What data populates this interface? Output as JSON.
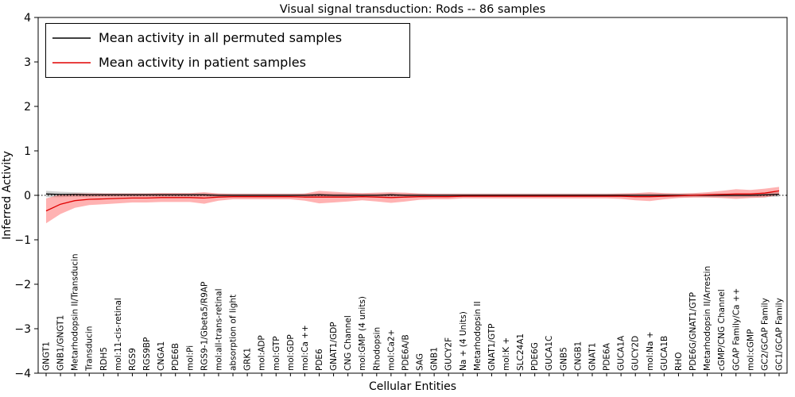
{
  "chart_data": {
    "type": "line",
    "title": "Visual signal transduction: Rods -- 86 samples",
    "xlabel": "Cellular Entities",
    "ylabel": "Inferred Activity",
    "ylim": [
      -4,
      4
    ],
    "yticks": [
      4,
      3,
      2,
      1,
      0,
      -1,
      -2,
      -3,
      -4
    ],
    "grid": false,
    "legend_position": "upper left",
    "zero_line_style": "dotted",
    "categories": [
      "GNGT1",
      "GNB1/GNGT1",
      "Metarhodopsin II/Transducin",
      "Transducin",
      "RDH5",
      "mol:11-cis-retinal",
      "RGS9",
      "RGS9BP",
      "CNGA1",
      "PDE6B",
      "mol:Pi",
      "RGS9-1/Gbeta5/R9AP",
      "mol:all-trans-retinal",
      "absorption of light",
      "GRK1",
      "mol:ADP",
      "mol:GTP",
      "mol:GDP",
      "mol:Ca ++",
      "PDE6",
      "GNAT1/GDP",
      "CNG Channel",
      "mol:GMP (4 units)",
      "Rhodopsin",
      "mol:Ca2+",
      "PDE6A/B",
      "SAG",
      "GNB1",
      "GUCY2F",
      "Na + (4 Units)",
      "Metarhodopsin II",
      "GNAT1/GTP",
      "mol:K +",
      "SLC24A1",
      "PDE6G",
      "GUCA1C",
      "GNB5",
      "CNGB1",
      "GNAT1",
      "PDE6A",
      "GUCA1A",
      "GUCY2D",
      "mol:Na +",
      "GUCA1B",
      "RHO",
      "PDE6G/GNAT1/GTP",
      "Metarhodopsin II/Arrestin",
      "cGMP/CNG Channel",
      "GCAP Family/Ca ++",
      "mol:cGMP",
      "GC2/GCAP Family",
      "GC1/GCAP Family"
    ],
    "series": [
      {
        "name": "Mean activity in all permuted samples",
        "color": "#000000",
        "band_color": "#777777",
        "band_opacity": 0.35,
        "values": [
          0.03,
          0.02,
          0.02,
          0.01,
          0.01,
          0.01,
          0.01,
          0.01,
          0.01,
          0.01,
          0.01,
          0.01,
          0,
          0,
          0,
          0,
          0,
          0,
          0,
          0.01,
          0,
          0,
          0,
          0,
          0.01,
          0,
          0,
          0,
          0,
          0,
          0,
          0,
          0,
          0,
          0,
          0,
          0,
          0,
          0,
          0,
          0,
          0,
          0,
          0,
          0,
          0,
          0,
          0,
          0,
          0,
          0.01,
          0.02
        ],
        "band": [
          0.07,
          0.06,
          0.05,
          0.05,
          0.04,
          0.04,
          0.04,
          0.04,
          0.04,
          0.04,
          0.04,
          0.04,
          0.04,
          0.04,
          0.04,
          0.04,
          0.04,
          0.04,
          0.04,
          0.04,
          0.04,
          0.04,
          0.04,
          0.04,
          0.04,
          0.04,
          0.04,
          0.04,
          0.04,
          0.04,
          0.04,
          0.04,
          0.04,
          0.04,
          0.04,
          0.04,
          0.04,
          0.04,
          0.04,
          0.04,
          0.04,
          0.04,
          0.04,
          0.04,
          0.04,
          0.04,
          0.04,
          0.04,
          0.04,
          0.04,
          0.05,
          0.05
        ]
      },
      {
        "name": "Mean activity in patient samples",
        "color": "#e00000",
        "band_color": "#ff0000",
        "band_opacity": 0.3,
        "values": [
          -0.35,
          -0.2,
          -0.12,
          -0.09,
          -0.08,
          -0.07,
          -0.06,
          -0.06,
          -0.05,
          -0.05,
          -0.05,
          -0.06,
          -0.04,
          -0.03,
          -0.03,
          -0.03,
          -0.03,
          -0.03,
          -0.04,
          -0.04,
          -0.04,
          -0.04,
          -0.03,
          -0.04,
          -0.05,
          -0.04,
          -0.03,
          -0.03,
          -0.03,
          -0.02,
          -0.02,
          -0.02,
          -0.02,
          -0.02,
          -0.02,
          -0.02,
          -0.02,
          -0.02,
          -0.02,
          -0.02,
          -0.02,
          -0.03,
          -0.03,
          -0.02,
          -0.01,
          0.0,
          0.01,
          0.02,
          0.03,
          0.03,
          0.05,
          0.1
        ],
        "band": [
          0.28,
          0.22,
          0.16,
          0.13,
          0.12,
          0.11,
          0.1,
          0.1,
          0.1,
          0.1,
          0.1,
          0.13,
          0.08,
          0.06,
          0.06,
          0.06,
          0.06,
          0.06,
          0.08,
          0.14,
          0.12,
          0.1,
          0.08,
          0.1,
          0.12,
          0.1,
          0.07,
          0.06,
          0.06,
          0.05,
          0.05,
          0.05,
          0.05,
          0.05,
          0.05,
          0.05,
          0.05,
          0.05,
          0.05,
          0.05,
          0.06,
          0.08,
          0.1,
          0.07,
          0.05,
          0.05,
          0.06,
          0.08,
          0.11,
          0.09,
          0.1,
          0.09
        ]
      }
    ]
  }
}
